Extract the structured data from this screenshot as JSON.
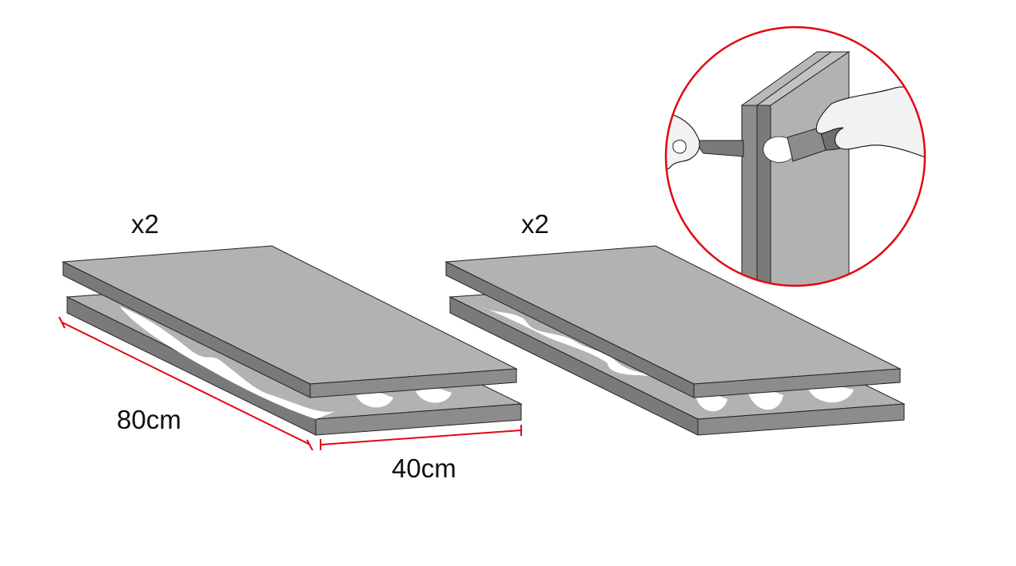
{
  "labels": {
    "qty_left": "x2",
    "qty_right": "x2",
    "length": "80cm",
    "width": "40cm"
  },
  "colors": {
    "board_top": "#b2b2b2",
    "board_edge_front": "#8c8c8c",
    "board_edge_dark": "#777777",
    "glue": "#ffffff",
    "dimension_line": "#e30613",
    "outline": "#222222",
    "detail_circle": "#e30613"
  },
  "icons": {
    "left_stack": "board-pair-with-glue",
    "right_stack": "board-pair-with-glue",
    "detail": "brush-applying-glue-detail"
  }
}
